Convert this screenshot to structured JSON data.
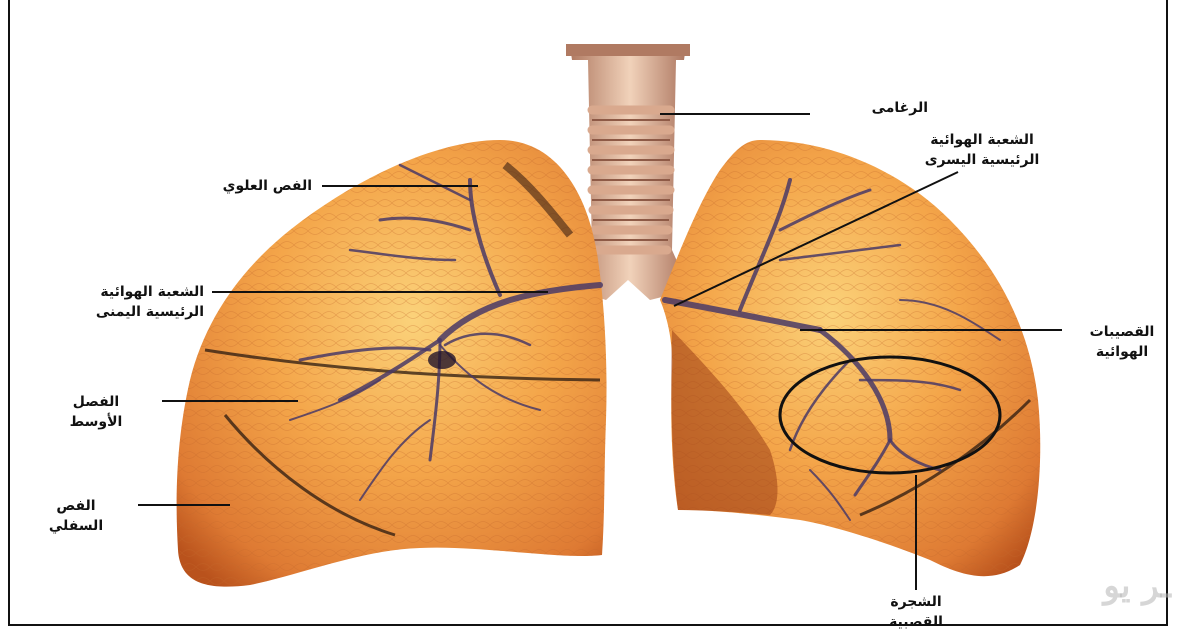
{
  "labels": {
    "trachea": "الرغامى",
    "upper_lobe": "الفص العلوي",
    "right_bronchus": [
      "الشعبة الهوائية",
      "الرئيسية اليمنى"
    ],
    "left_bronchus": [
      "الشعبة الهوائية",
      "الرئيسية اليسرى"
    ],
    "middle_lobe": [
      "الفصل",
      "الأوسط"
    ],
    "lower_lobe": [
      "الفص",
      "السفلي"
    ],
    "bronchioles": [
      "القصيبات",
      "الهوائية"
    ],
    "bronchial_tree": [
      "الشجرة",
      "القصبية"
    ]
  },
  "colors": {
    "lung_light": "#f6b85a",
    "lung_mid": "#e8863a",
    "lung_dark": "#b9521c",
    "vessel": "#4a3a66",
    "trachea_ring": "#e9c4a8",
    "trachea_dark": "#a8705a",
    "line": "#111111"
  }
}
